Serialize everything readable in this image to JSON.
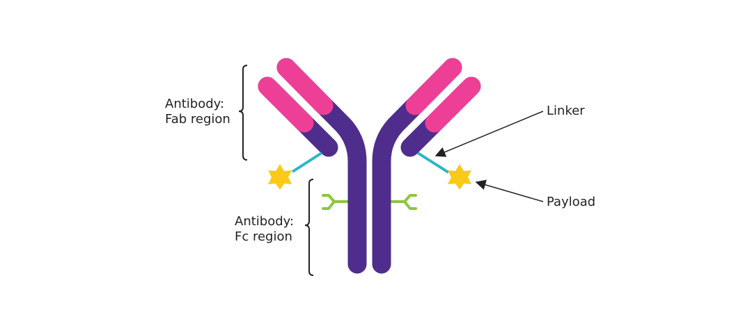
{
  "labels": {
    "fab": [
      "Antibody:",
      "Fab region"
    ],
    "fc": [
      "Antibody:",
      "Fc region"
    ],
    "linker": "Linker",
    "payload": "Payload"
  },
  "colors": {
    "heavy_chain": "#4f2d8c",
    "variable_region": "#ee3f96",
    "linker": "#2bb5c8",
    "payload": "#fcc917",
    "fc_receptor": "#8dc63f",
    "text": "#222222"
  }
}
